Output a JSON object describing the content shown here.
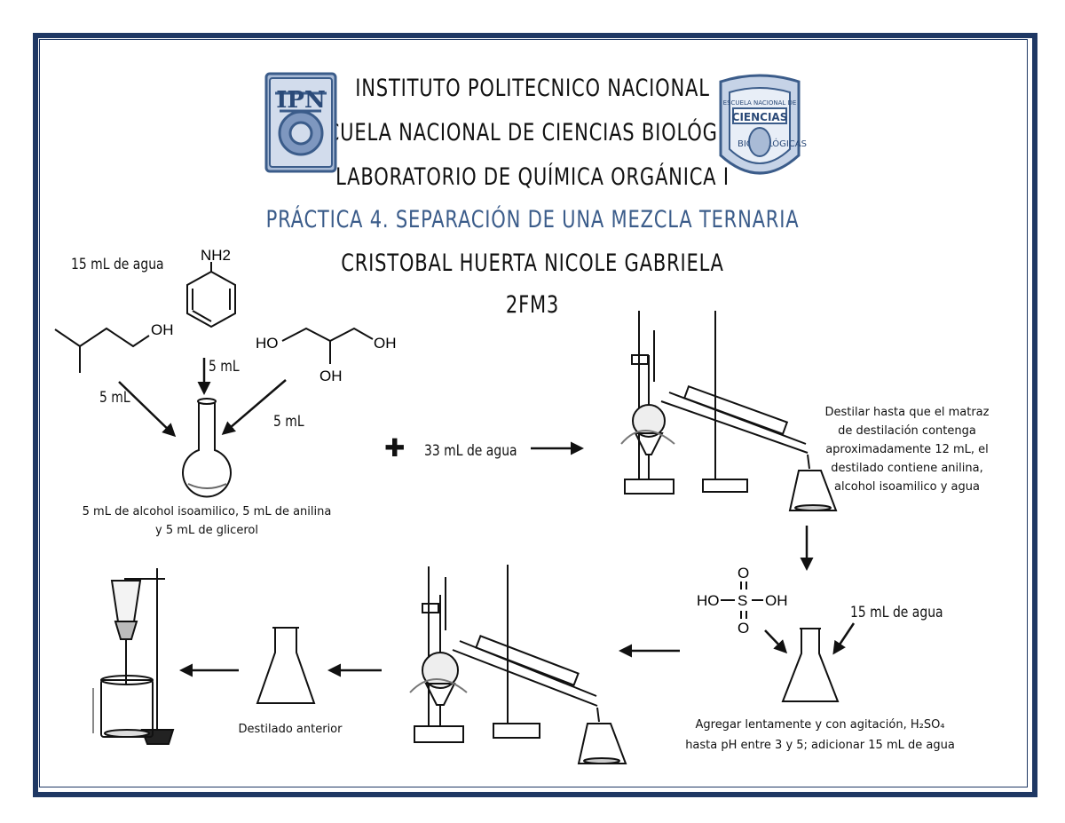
{
  "header": {
    "line1": "INSTITUTO POLITECNICO NACIONAL",
    "line2": "ESCUELA NACIONAL DE CIENCIAS BIOLÓGICAS",
    "line3": "LABORATORIO DE QUÍMICA ORGÁNICA I",
    "practice": "PRÁCTICA 4. SEPARACIÓN DE UNA MEZCLA TERNARIA",
    "author": "CRISTOBAL HUERTA NICOLE GABRIELA",
    "group": "2FM3"
  },
  "logos": {
    "left_text": "IPN",
    "right_text": [
      "ESCUELA NACIONAL DE",
      "CIENCIAS",
      "BIO",
      "LÓGICAS"
    ]
  },
  "step1": {
    "water": "15 mL de agua",
    "amine_label": "NH2",
    "alcohol_label": "OH",
    "glycerol_labels": [
      "HO",
      "OH",
      "OH"
    ],
    "vol_left": "5 mL",
    "vol_center": "5 mL",
    "vol_right": "5 mL",
    "caption_line1": "5 mL de alcohol isoamilico, 5 mL de anilina",
    "caption_line2": "y 5 mL de glicerol"
  },
  "step2": {
    "plus": "✚",
    "water": "33 mL de agua",
    "caption_lines": [
      "Destilar hasta que el matraz",
      "de destilación contenga",
      "aproximadamente 12 mL, el",
      "destilado contiene anilina,",
      "alcohol isoamilico y agua"
    ]
  },
  "step3": {
    "acid_labels": [
      "O",
      "HO",
      "S",
      "OH",
      "O"
    ],
    "water": "15 mL de agua",
    "caption_line1": "Agregar lentamente y con agitación, H₂SO₄",
    "caption_line2": "hasta pH entre 3 y 5; adicionar 15 mL de agua"
  },
  "step4": {
    "caption": "Destilado anterior"
  },
  "colors": {
    "border": "#1f3864",
    "logo_blue": "#3b5c8a",
    "text": "#111111"
  }
}
